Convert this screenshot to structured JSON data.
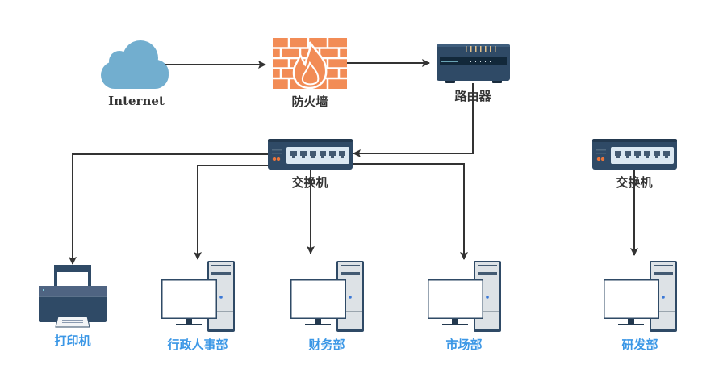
{
  "nodes": {
    "internet": {
      "label": "Internet",
      "icon": "cloud-icon"
    },
    "firewall": {
      "label": "防火墙",
      "icon": "firewall-icon"
    },
    "router": {
      "label": "路由器",
      "icon": "router-icon"
    },
    "switch1": {
      "label": "交换机",
      "icon": "switch-icon"
    },
    "switch2": {
      "label": "交换机",
      "icon": "switch-icon"
    },
    "printer": {
      "label": "打印机",
      "icon": "printer-icon"
    },
    "admin": {
      "label": "行政人事部",
      "icon": "desktop-computer-icon"
    },
    "finance": {
      "label": "财务部",
      "icon": "desktop-computer-icon"
    },
    "marketing": {
      "label": "市场部",
      "icon": "desktop-computer-icon"
    },
    "rnd": {
      "label": "研发部",
      "icon": "desktop-computer-icon"
    }
  },
  "colors": {
    "cloud": "#72aecf",
    "firewall": "#f28c56",
    "device": "#2f4a66",
    "dept_label": "#3b97e6",
    "line": "#333333"
  }
}
